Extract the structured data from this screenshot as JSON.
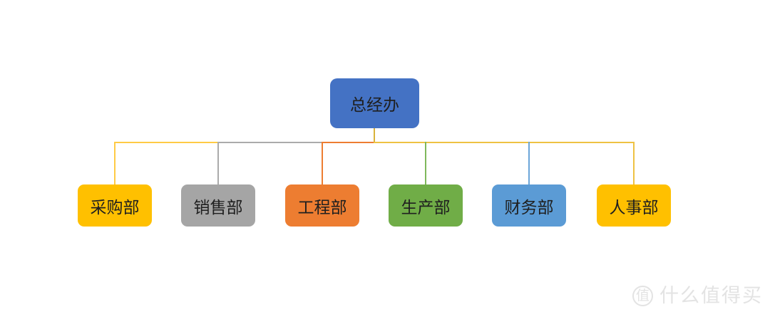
{
  "org": {
    "root": {
      "label": "总经办",
      "color": "#4472C4"
    },
    "children": [
      {
        "label": "采购部",
        "color": "#FFC000",
        "line_color": "#FFCB45"
      },
      {
        "label": "销售部",
        "color": "#A5A5A5",
        "line_color": "#ABABAB"
      },
      {
        "label": "工程部",
        "color": "#ED7D31",
        "line_color": "#ED7D31"
      },
      {
        "label": "生产部",
        "color": "#70AD47",
        "line_color": "#7FB85C"
      },
      {
        "label": "财务部",
        "color": "#5B9BD5",
        "line_color": "#6BA5D9"
      },
      {
        "label": "人事部",
        "color": "#FFC000",
        "line_color": "#EEC243"
      }
    ],
    "stem_line_color": "#D9B33A",
    "text_color": "#1F1F1F",
    "background_color": "#FFFFFF"
  },
  "watermark": {
    "logo_char": "值",
    "text": "什么值得买",
    "color": "#E3E3E3"
  }
}
